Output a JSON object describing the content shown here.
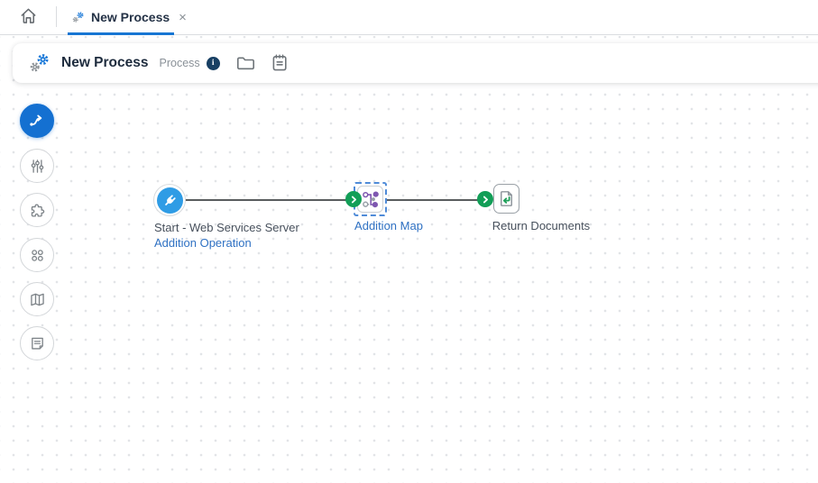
{
  "tab_bar": {
    "tab": {
      "label": "New Process",
      "close_glyph": "×"
    }
  },
  "toolbar": {
    "title": "New Process",
    "type_label": "Process",
    "info_glyph": "i"
  },
  "sidebar": {
    "items": [
      {
        "icon": "connector-tool-icon",
        "active": true
      },
      {
        "icon": "sliders-icon",
        "active": false
      },
      {
        "icon": "puzzle-icon",
        "active": false
      },
      {
        "icon": "shapes-grid-icon",
        "active": false
      },
      {
        "icon": "map-icon",
        "active": false
      },
      {
        "icon": "notes-icon",
        "active": false
      }
    ]
  },
  "flow": {
    "nodes": [
      {
        "id": "start",
        "type": "connector-start",
        "label": "Start - Web Services Server",
        "sublabel": "Addition Operation"
      },
      {
        "id": "map",
        "type": "map",
        "label": "Addition Map",
        "selected": true
      },
      {
        "id": "return",
        "type": "return-documents",
        "label": "Return Documents"
      }
    ]
  },
  "colors": {
    "accent_blue": "#1470d1",
    "tab_underline_blue": "#1776d3",
    "link_blue": "#2f71c3",
    "start_blue": "#2f9ce5",
    "connection_green": "#129e57",
    "map_purple": "#7e57b0",
    "info_navy": "#173f63"
  }
}
